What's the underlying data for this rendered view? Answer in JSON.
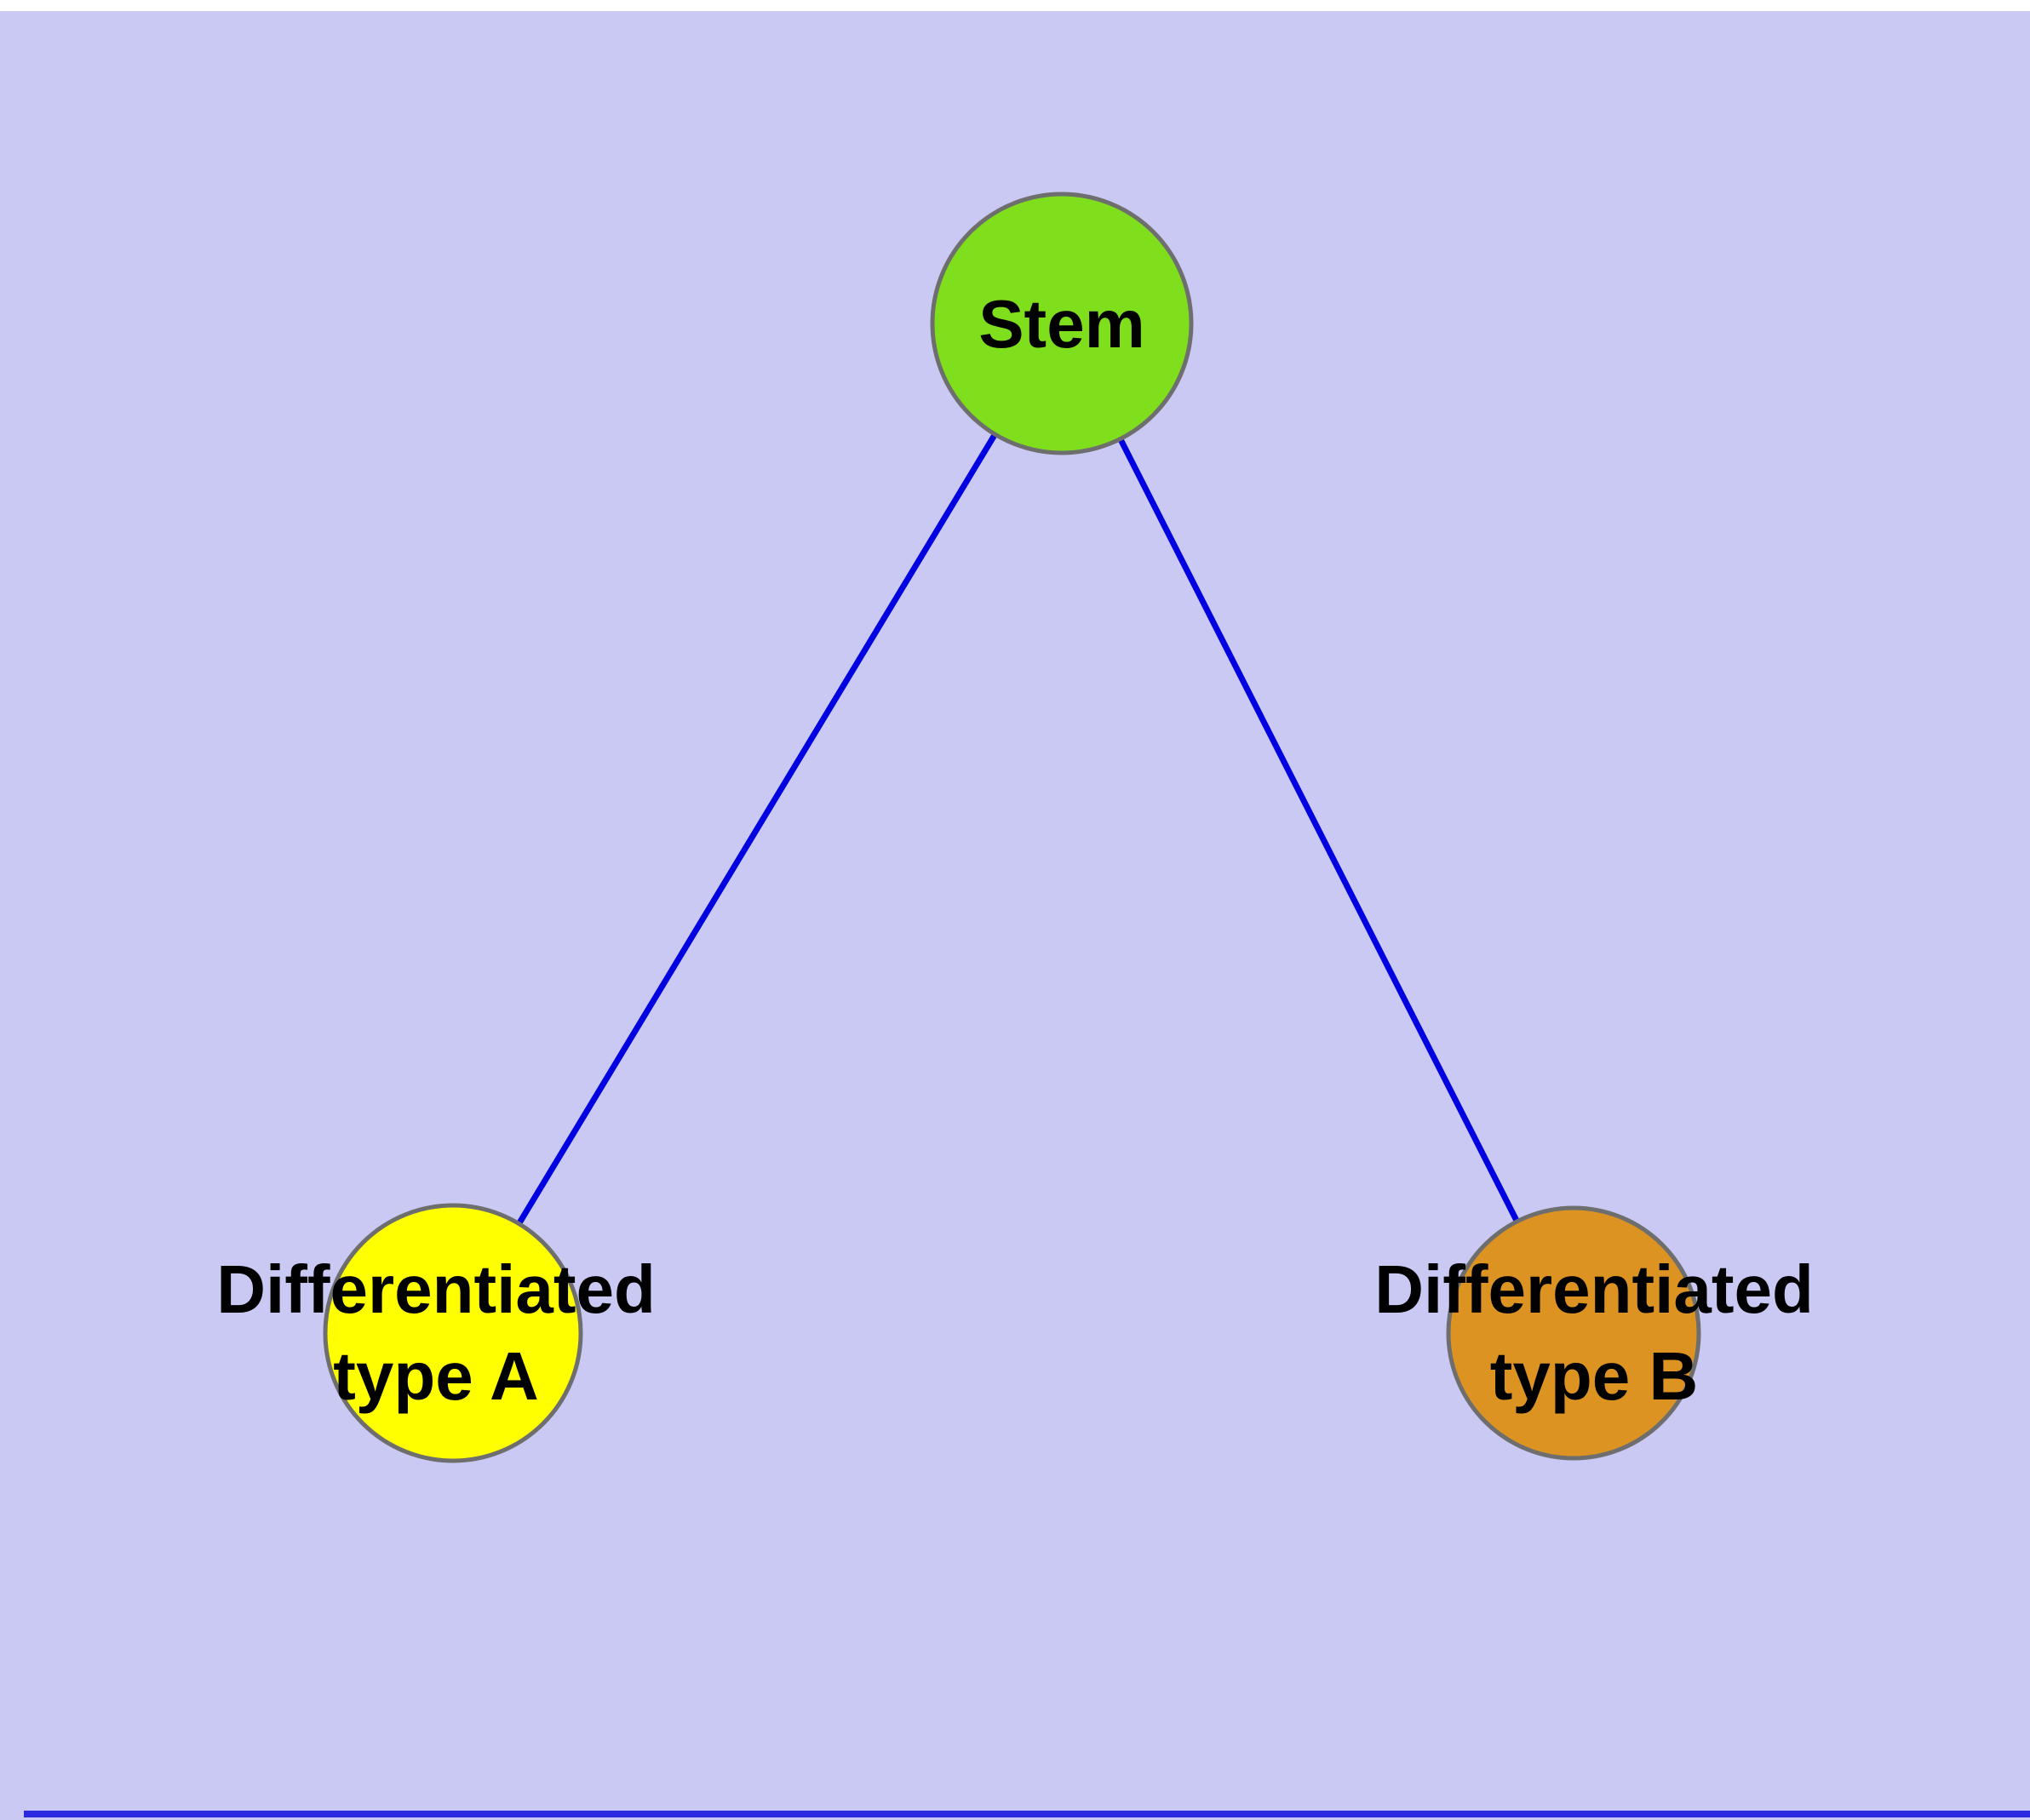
{
  "diagram": {
    "description": "Graph of stem cell differentiating into two cell types",
    "background_color": "#c9c9f4",
    "edge_color": "#0000e0",
    "node_stroke_color": "#6e6e6e",
    "nodes": [
      {
        "id": "stem",
        "line1": "Stem",
        "line2": "",
        "fill": "#7fdf1d"
      },
      {
        "id": "diff-a",
        "line1": "Differentiated",
        "line2": "type A",
        "fill": "#ffff00"
      },
      {
        "id": "diff-b",
        "line1": "Differentiated",
        "line2": "type B",
        "fill": "#dd9322"
      }
    ],
    "edges": [
      {
        "from": "stem",
        "to": "diff-a"
      },
      {
        "from": "stem",
        "to": "diff-b"
      }
    ],
    "chrome": {
      "top_strip_color": "#ffffff",
      "bottom_line_color": "#2a2ae0"
    }
  }
}
